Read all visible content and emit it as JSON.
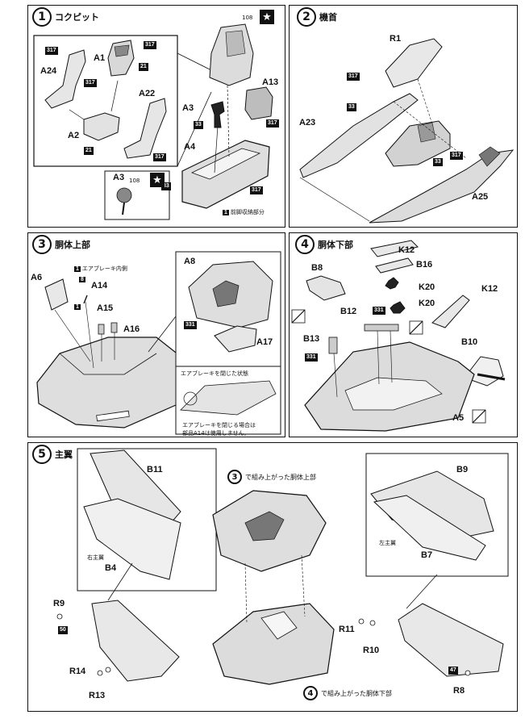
{
  "steps": [
    {
      "num": "1",
      "title": "コクピット"
    },
    {
      "num": "2",
      "title": "機首"
    },
    {
      "num": "3",
      "title": "胴体上部"
    },
    {
      "num": "4",
      "title": "胴体下部"
    },
    {
      "num": "5",
      "title": "主翼"
    }
  ],
  "step1": {
    "parts": [
      "A1",
      "A24",
      "A22",
      "A2",
      "A3",
      "A4",
      "A13",
      "A3"
    ],
    "badges": [
      "317",
      "317",
      "21",
      "317",
      "21",
      "317",
      "33",
      "317",
      "317",
      "33"
    ],
    "small_num": "108",
    "inset_small_num": "108",
    "note_num": "1",
    "note_text": "前脚収納部分",
    "star": "★"
  },
  "step2": {
    "parts": [
      "R1",
      "A23",
      "A25"
    ],
    "badges": [
      "317",
      "33",
      "33",
      "317"
    ]
  },
  "step3": {
    "parts": [
      "A6",
      "A14",
      "A15",
      "A16",
      "A8",
      "A17"
    ],
    "badges": [
      "331"
    ],
    "note1_num": "1",
    "note1_text": "エアブレーキ内側",
    "note2_num": "8",
    "note3_num": "1",
    "box_title": "エアブレーキを閉じた状態",
    "box_text_1": "エアブレーキを閉じる場合は",
    "box_text_2": "部品A14は使用しません。"
  },
  "step4": {
    "parts": [
      "K12",
      "B16",
      "B8",
      "K20",
      "K20",
      "B12",
      "K12",
      "B13",
      "B10",
      "A5"
    ],
    "badges": [
      "331",
      "331"
    ]
  },
  "step5": {
    "parts": [
      "B11",
      "B4",
      "B9",
      "B7",
      "R9",
      "R14",
      "R13",
      "R11",
      "R10",
      "R8"
    ],
    "badges": [
      "50",
      "47"
    ],
    "right_wing": "右主翼",
    "left_wing": "左主翼",
    "ref3_num": "3",
    "ref3_text": "で組み上がった胴体上部",
    "ref4_num": "4",
    "ref4_text": "で組み上がった胴体下部"
  }
}
